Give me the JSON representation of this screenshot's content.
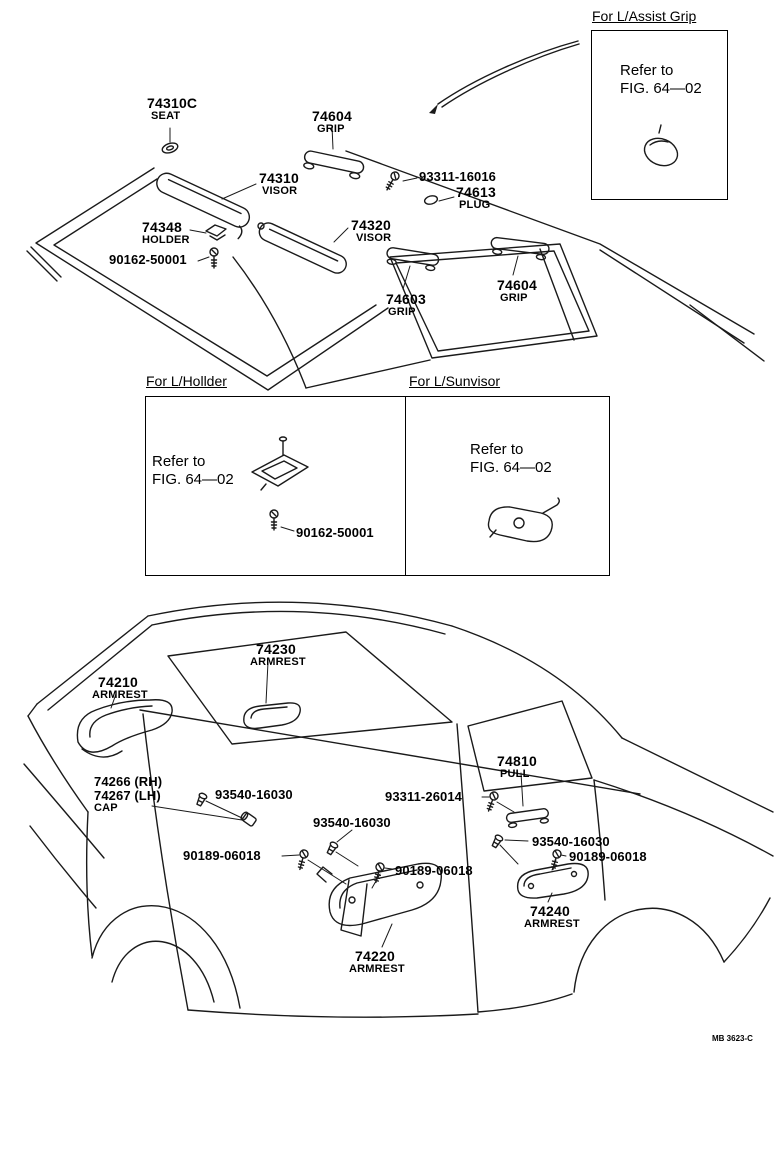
{
  "page": {
    "doc_code": "MB 3623-C"
  },
  "insets": {
    "assist_grip": {
      "title": "For L/Assist Grip",
      "refer_line1": "Refer to",
      "refer_line2": "FIG. 64—02"
    },
    "holder": {
      "title": "For L/Hollder",
      "refer_line1": "Refer to",
      "refer_line2": "FIG. 64—02",
      "screw": "90162-50001"
    },
    "sunvisor": {
      "title": "For L/Sunvisor",
      "refer_line1": "Refer to",
      "refer_line2": "FIG. 64—02"
    }
  },
  "top": {
    "seat": {
      "num": "74310C",
      "name": "SEAT"
    },
    "grip_top": {
      "num": "74604",
      "name": "GRIP"
    },
    "visor_front": {
      "num": "74310",
      "name": "VISOR"
    },
    "screw_visor": {
      "num": "93311-16016"
    },
    "plug": {
      "num": "74613",
      "name": "PLUG"
    },
    "holder": {
      "num": "74348",
      "name": "HOLDER"
    },
    "visor_rear": {
      "num": "74320",
      "name": "VISOR"
    },
    "screw_holder": {
      "num": "90162-50001"
    },
    "grip_center": {
      "num": "74603",
      "name": "GRIP"
    },
    "grip_rear": {
      "num": "74604",
      "name": "GRIP"
    }
  },
  "bottom": {
    "armrest_rear_part": {
      "num": "74230",
      "name": "ARMREST"
    },
    "armrest_front_part": {
      "num": "74210",
      "name": "ARMREST"
    },
    "cap": {
      "line1": "74266 (RH)",
      "line2": "74267 (LH)",
      "line3": "CAP"
    },
    "clip_cap": {
      "num": "93540-16030"
    },
    "screw_pull": {
      "num": "93311-26014"
    },
    "pull": {
      "num": "74810",
      "name": "PULL"
    },
    "clip_front": {
      "num": "93540-16030"
    },
    "clip_rear": {
      "num": "93540-16030"
    },
    "screw_front_l": {
      "num": "90189-06018"
    },
    "screw_front_r": {
      "num": "90189-06018"
    },
    "screw_rear": {
      "num": "90189-06018"
    },
    "armrest_rear_installed": {
      "num": "74240",
      "name": "ARMREST"
    },
    "armrest_front_installed": {
      "num": "74220",
      "name": "ARMREST"
    }
  }
}
